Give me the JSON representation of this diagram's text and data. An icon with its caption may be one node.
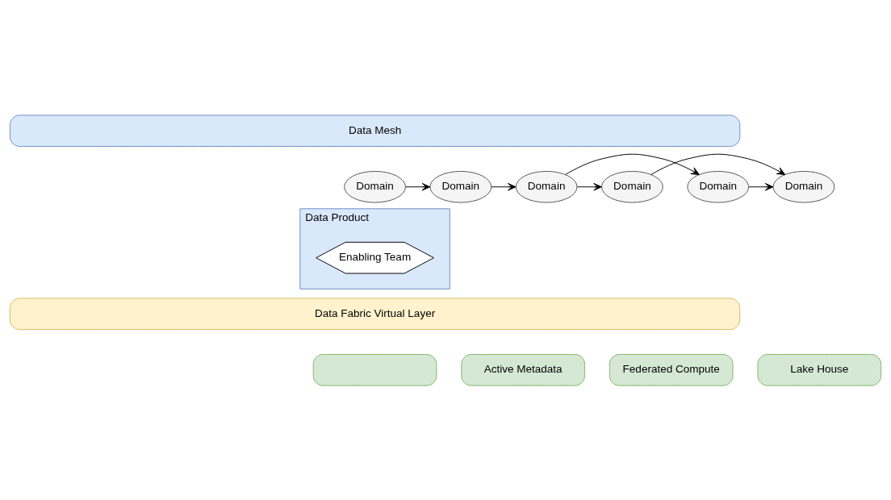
{
  "diagram": {
    "nodes": [
      {
        "text": [
          "Data Mesh"
        ]
      },
      {
        "text": [
          "Domain"
        ]
      },
      {
        "text": [
          "Domain"
        ]
      },
      {
        "text": [
          "Domain"
        ]
      },
      {
        "text": [
          "Domain"
        ]
      },
      {
        "text": [
          "Domain"
        ]
      },
      {
        "text": [
          "Domain"
        ]
      },
      {
        "text": [
          "Data Product"
        ]
      },
      {
        "text": [
          "Enabling Team"
        ],
        "in": 7
      },
      {
        "text": [
          "Data Fabric Virtual Layer"
        ]
      },
      {
        "text": [],
        "shape": "box"
      },
      {
        "text": [
          "Active Metadata"
        ]
      },
      {
        "text": [
          "Federated Compute"
        ]
      },
      {
        "text": [
          "Lake House"
        ]
      }
    ],
    "edges": [
      {
        "from": 1,
        "to": 2,
        "arrow": "to"
      },
      {
        "from": 2,
        "to": 3,
        "arrow": "to"
      },
      {
        "from": 3,
        "to": 4,
        "arrow": "to"
      },
      {
        "from": 3,
        "to": 5,
        "arrow": "to"
      },
      {
        "from": 4,
        "to": 6,
        "arrow": "to"
      },
      {
        "from": 5,
        "to": 6,
        "arrow": "to"
      }
    ]
  }
}
